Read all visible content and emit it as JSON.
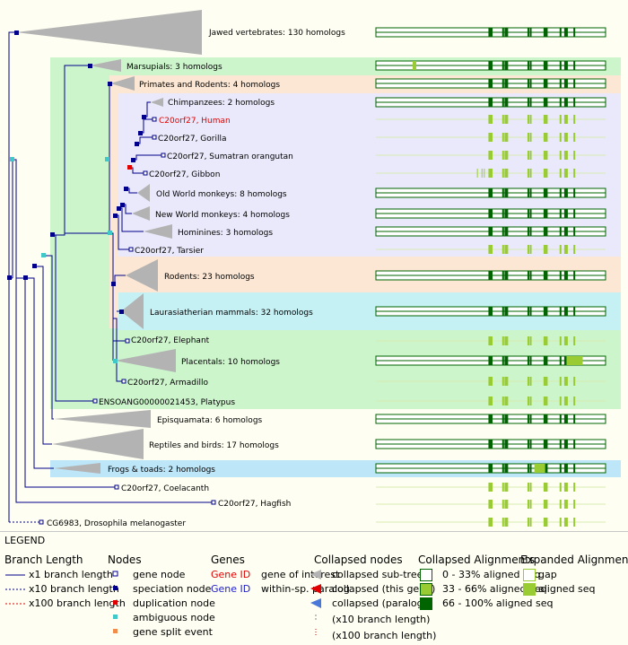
{
  "tree": {
    "nodes": [
      {
        "id": "jawed",
        "label": "Jawed vertebrates: 130 homologs",
        "type": "collapsed"
      },
      {
        "id": "marsupials",
        "label": "Marsupials: 3 homologs",
        "type": "collapsed"
      },
      {
        "id": "primates_rodents",
        "label": "Primates and Rodents: 4 homologs",
        "type": "collapsed"
      },
      {
        "id": "chimpanzees",
        "label": "Chimpanzees: 2 homologs",
        "type": "collapsed"
      },
      {
        "id": "human",
        "label": "C20orf27, Human",
        "type": "gene",
        "highlight": true
      },
      {
        "id": "gorilla",
        "label": "C20orf27, Gorilla",
        "type": "gene"
      },
      {
        "id": "orangutan",
        "label": "C20orf27, Sumatran orangutan",
        "type": "gene"
      },
      {
        "id": "gibbon",
        "label": "C20orf27, Gibbon",
        "type": "gene"
      },
      {
        "id": "owm",
        "label": "Old World monkeys: 8 homologs",
        "type": "collapsed"
      },
      {
        "id": "nwm",
        "label": "New World monkeys: 4 homologs",
        "type": "collapsed"
      },
      {
        "id": "hominines",
        "label": "Hominines: 3 homologs",
        "type": "collapsed"
      },
      {
        "id": "tarsier",
        "label": "C20orf27, Tarsier",
        "type": "gene"
      },
      {
        "id": "rodents",
        "label": "Rodents: 23 homologs",
        "type": "collapsed"
      },
      {
        "id": "laurasiatherian",
        "label": "Laurasiatherian mammals: 32 homologs",
        "type": "collapsed"
      },
      {
        "id": "elephant",
        "label": "C20orf27, Elephant",
        "type": "gene"
      },
      {
        "id": "placentals",
        "label": "Placentals: 10 homologs",
        "type": "collapsed"
      },
      {
        "id": "armadillo",
        "label": "C20orf27, Armadillo",
        "type": "gene"
      },
      {
        "id": "platypus",
        "label": "ENSOANG00000021453, Platypus",
        "type": "gene"
      },
      {
        "id": "episquamata",
        "label": "Episquamata: 6 homologs",
        "type": "collapsed"
      },
      {
        "id": "reptiles_birds",
        "label": "Reptiles and birds: 17 homologs",
        "type": "collapsed"
      },
      {
        "id": "frogs",
        "label": "Frogs & toads: 2 homologs",
        "type": "collapsed"
      },
      {
        "id": "coelacanth",
        "label": "C20orf27, Coelacanth",
        "type": "gene"
      },
      {
        "id": "hagfish",
        "label": "C20orf27, Hagfish",
        "type": "gene"
      },
      {
        "id": "drosophila",
        "label": "CG6983, Drosophila melanogaster",
        "type": "gene"
      }
    ]
  },
  "legend": {
    "title": "LEGEND",
    "branch_length": {
      "heading": "Branch Length",
      "items": [
        "x1 branch length",
        "x10 branch length",
        "x100 branch length"
      ]
    },
    "nodes": {
      "heading": "Nodes",
      "items": [
        "gene node",
        "speciation node",
        "duplication node",
        "ambiguous node",
        "gene split event"
      ]
    },
    "genes": {
      "heading": "Genes",
      "gene_id_1": "Gene ID",
      "desc_1": "gene of interest",
      "gene_id_2": "Gene ID",
      "desc_2": "within-sp. paralog"
    },
    "collapsed_nodes": {
      "heading": "Collapsed nodes",
      "items": [
        "collapsed sub-tree",
        "collapsed (this gene)",
        "collapsed (paralog)",
        "(x10 branch length)",
        "(x100 branch length)"
      ]
    },
    "collapsed_alignments": {
      "heading": "Collapsed Alignments",
      "items": [
        "0 - 33% aligned seq",
        "33 - 66% aligned seq",
        "66 - 100% aligned seq"
      ]
    },
    "expanded_alignments": {
      "heading": "Expanded Alignments",
      "items": [
        "gap",
        "aligned seq"
      ]
    }
  },
  "colors": {
    "branch": "#00008b",
    "speciation": "#00008b",
    "duplication": "#e00000",
    "ambiguous": "#40c8c8",
    "gene_split": "#f08c4c",
    "band_green": "#ccf5cc",
    "band_peach": "#fbe7d4",
    "band_lavender": "#e9e9fb",
    "band_cyan": "#c6f1f4",
    "band_blue": "#bde6f9",
    "align_dark": "#006400",
    "align_mid": "#99cc33",
    "align_light": "#d8ecb0"
  }
}
